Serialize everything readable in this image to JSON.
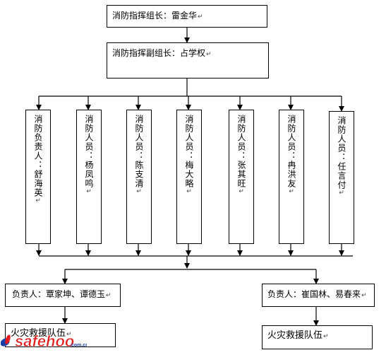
{
  "diagram": {
    "leader": "消防指挥组长：雷金华",
    "deputy": "消防指挥副组长：占学权",
    "members": [
      "消防负责人：舒海英",
      "消防人员：杨凤鸣",
      "消防人员：陈支清",
      "消防人员：梅大略",
      "消防人员：张其旺",
      "消防人员：冉洪友",
      "消防人员：任言付"
    ],
    "left_responsible": "负责人：覃家坤、谭德玉",
    "right_responsible": "负责人：崔国林、易春来",
    "left_team": "火灾救援队伍",
    "right_team": "火灾救援队伍",
    "paragraph_mark": "↵"
  },
  "watermark": {
    "text": "safehoo",
    "suffix": ".com.cn"
  },
  "colors": {
    "line": "#000000",
    "watermark_red": "#e31b1b",
    "watermark_blue": "#1a3fa6"
  }
}
